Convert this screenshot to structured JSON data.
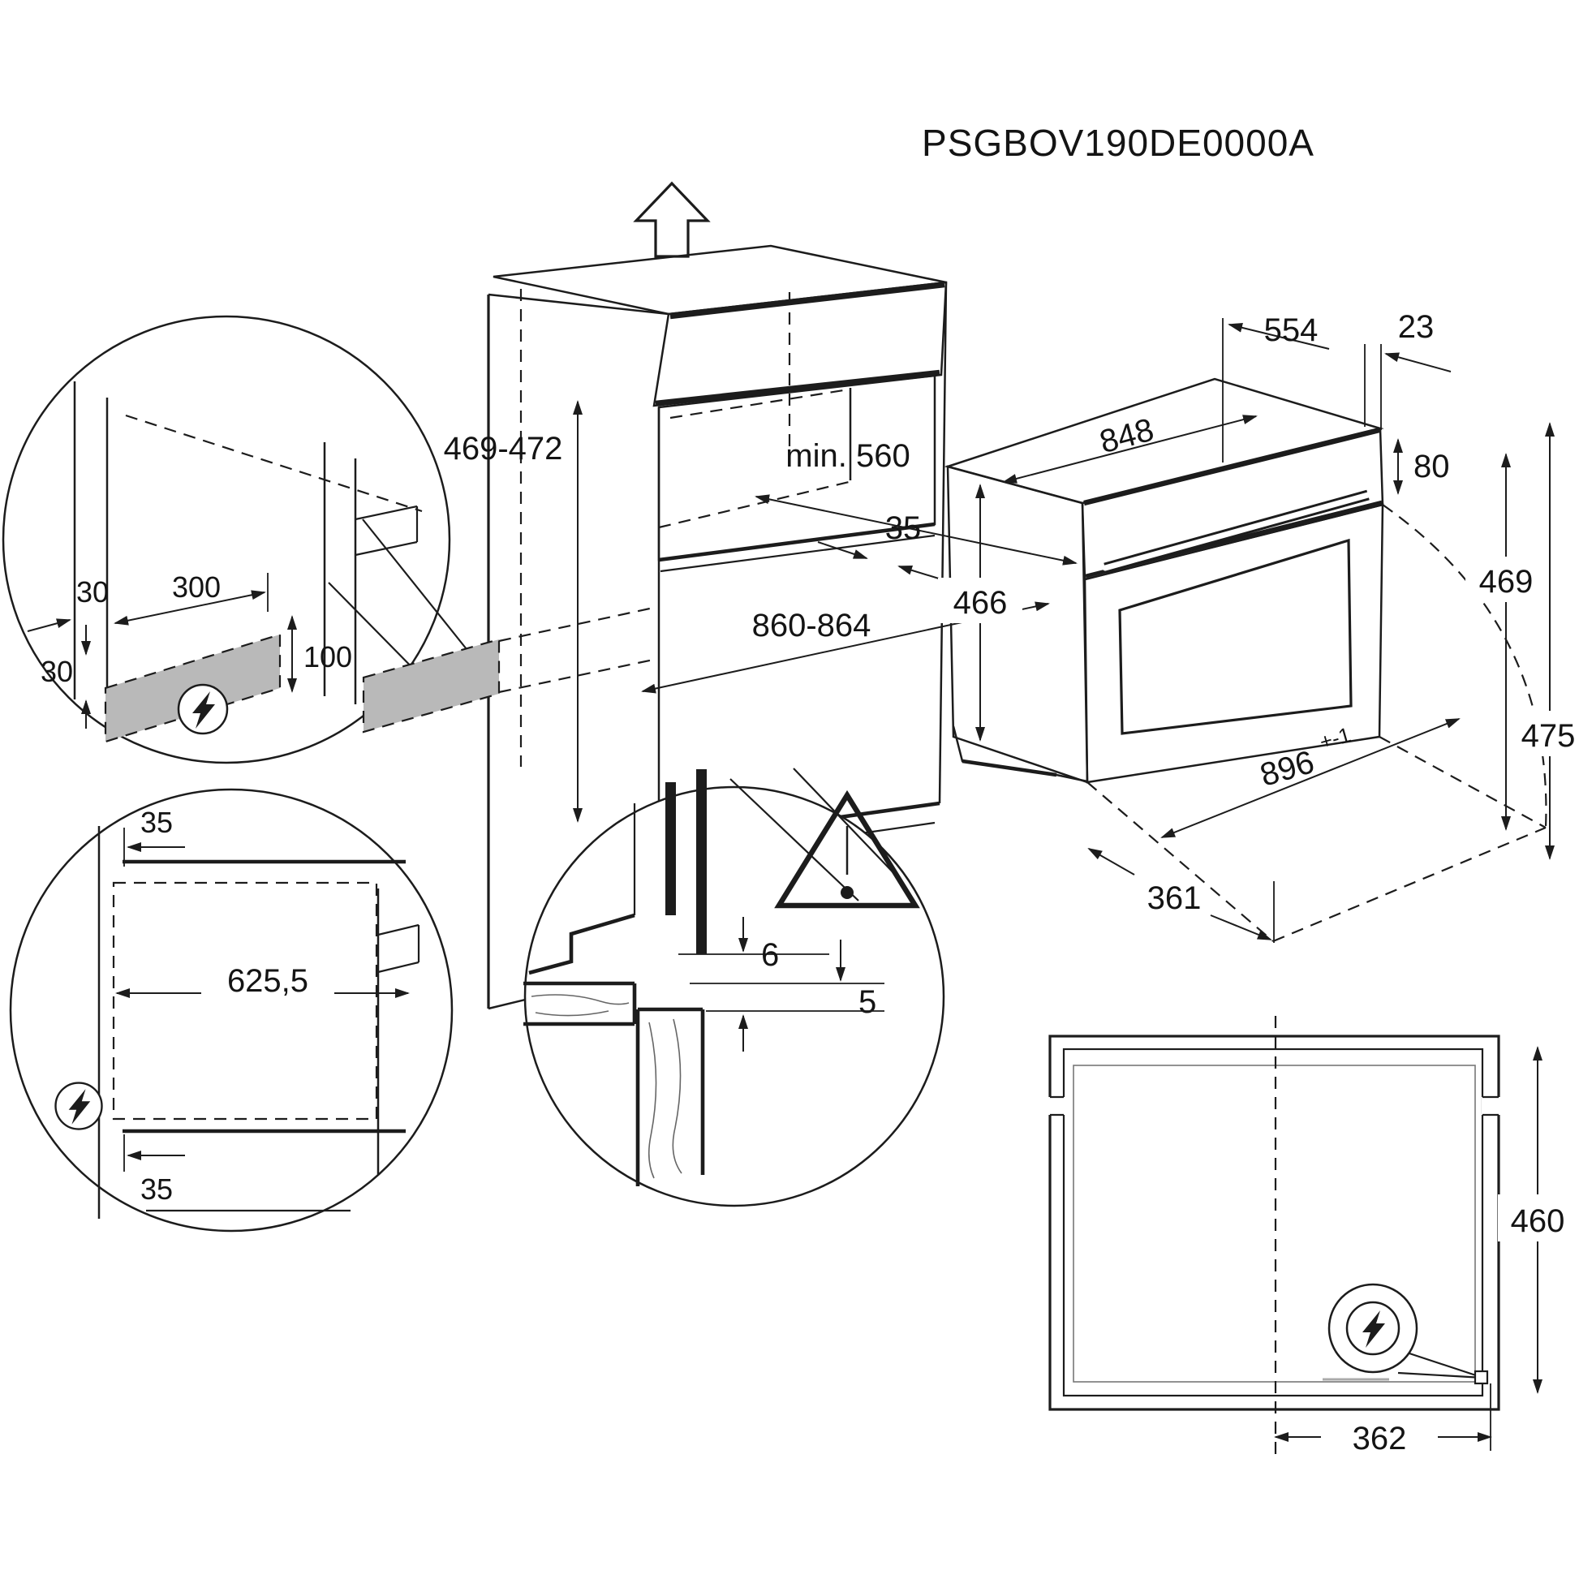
{
  "colors": {
    "line": "#1c1c1c",
    "shade": "#b9b9b9",
    "background": "#ffffff"
  },
  "title": "PSGBOV190DE0000A",
  "niche": {
    "height_range": "469-472",
    "depth_min": "min. 560",
    "front_rail": "35",
    "width_range": "860-864"
  },
  "oven": {
    "body_depth": "554",
    "frame_overhang": "23",
    "body_width": "848",
    "control_panel_height": "80",
    "install_height": "469",
    "frame_height": "475",
    "body_height": "466",
    "frame_width": "896",
    "frame_width_tolerance": "+-1",
    "door_projection": "361"
  },
  "side_connection_detail": {
    "top_clearance": "30",
    "zone_length": "300",
    "edge_clearance": "30",
    "zone_height": "100"
  },
  "back_wall_detail": {
    "top_offset": "35",
    "cutout_width": "625,5",
    "bottom_offset": "35"
  },
  "gap_detail": {
    "upper_gap": "6",
    "lower_gap": "5"
  },
  "top_view": {
    "depth": "460",
    "connection_offset": "362"
  }
}
